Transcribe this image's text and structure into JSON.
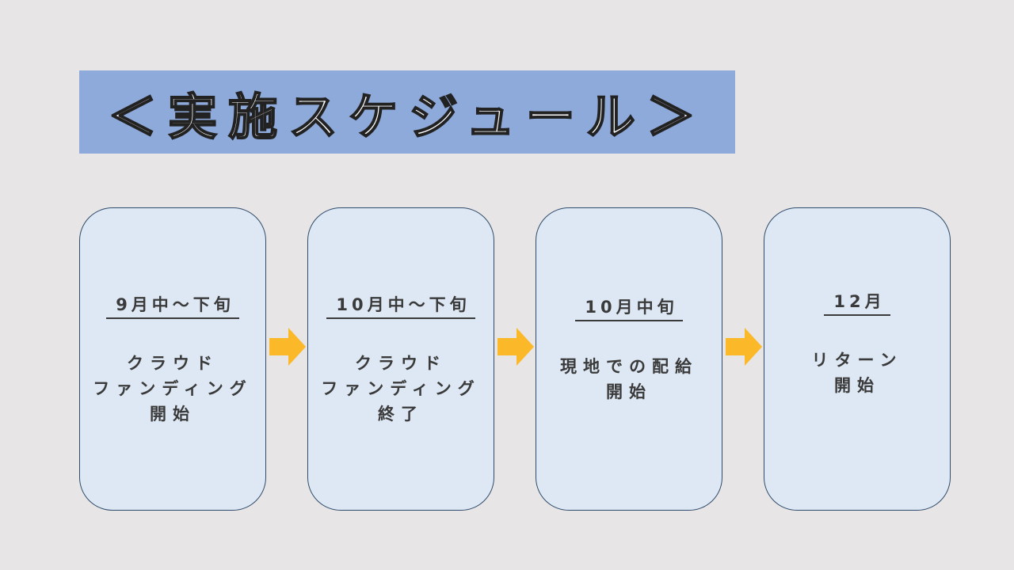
{
  "title": "＜実施スケジュール＞",
  "steps": [
    {
      "date": "9月中〜下旬",
      "desc": "クラウド\nファンディング\n開始"
    },
    {
      "date": "10月中〜下旬",
      "desc": "クラウド\nファンディング\n終了"
    },
    {
      "date": "10月中旬",
      "desc": "現地での配給\n開始"
    },
    {
      "date": "12月",
      "desc": "リターン\n開始"
    }
  ],
  "colors": {
    "banner": "#8eaadb",
    "card": "#dde8f4",
    "arrow": "#fbb829"
  }
}
